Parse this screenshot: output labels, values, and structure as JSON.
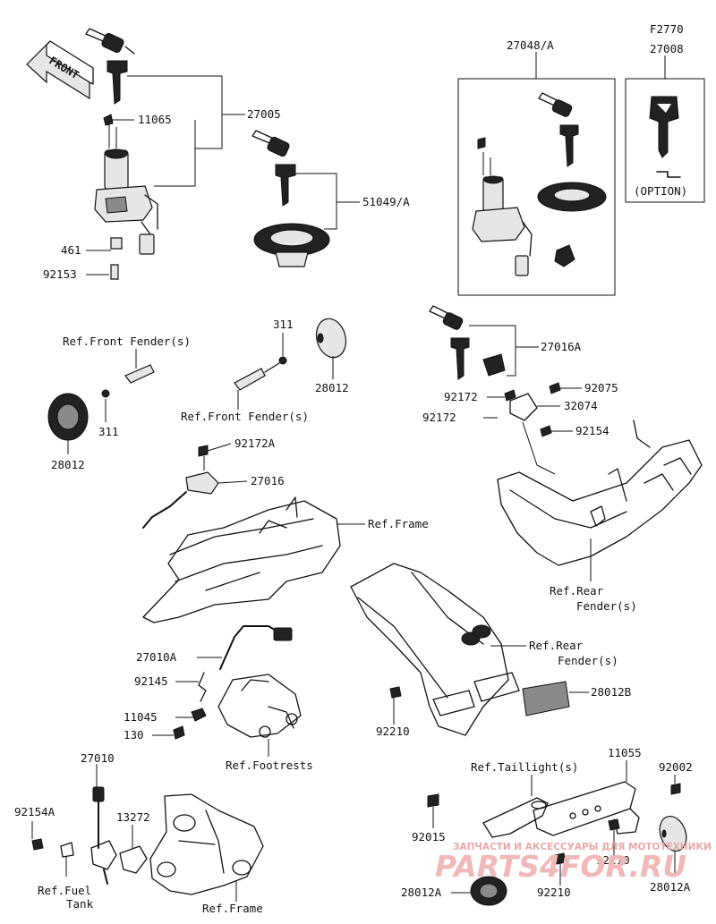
{
  "front_label": "FRONT",
  "part_labels": {
    "p11065": "11065",
    "p27005": "27005",
    "p461": "461",
    "p92153": "92153",
    "p51049a": "51049/A",
    "p27048a": "27048/A",
    "pf2770": "F2770",
    "p27008": "27008",
    "option": "(OPTION)",
    "p311_top": "311",
    "p28012_top": "28012",
    "ref_front_fender_1": "Ref.Front Fender(s)",
    "p311_left": "311",
    "p28012_left": "28012",
    "ref_front_fender_2": "Ref.Front Fender(s)",
    "p27016a": "27016A",
    "p92172_1": "92172",
    "p92075": "92075",
    "p92172_2": "92172",
    "p32074": "32074",
    "p92154": "92154",
    "p92172a": "92172A",
    "p27016": "27016",
    "ref_frame_1": "Ref.Frame",
    "ref_rear_fender_1a": "Ref.Rear",
    "ref_rear_fender_1b": "Fender(s)",
    "p27010a": "27010A",
    "p92145": "92145",
    "p11045": "11045",
    "p130": "130",
    "ref_footrests": "Ref.Footrests",
    "ref_rear_fender_2a": "Ref.Rear",
    "ref_rear_fender_2b": "Fender(s)",
    "p28012b": "28012B",
    "p92210_mid": "92210",
    "p27010": "27010",
    "p92154a": "92154A",
    "p13272": "13272",
    "ref_fuel_tank_a": "Ref.Fuel",
    "ref_fuel_tank_b": "Tank",
    "ref_frame_2": "Ref.Frame",
    "ref_taillights": "Ref.Taillight(s)",
    "p11055": "11055",
    "p92002": "92002",
    "p92015": "92015",
    "p92210_r1": "92210",
    "p28012a_1": "28012A",
    "p92210_r2": "92210",
    "p28012a_2": "28012A"
  },
  "watermark": {
    "line1": "ЗАПЧАСТИ И АКСЕССУАРЫ ДЛЯ МОТОТЕХНИКИ",
    "line2": "PARTS4FOR.RU"
  }
}
